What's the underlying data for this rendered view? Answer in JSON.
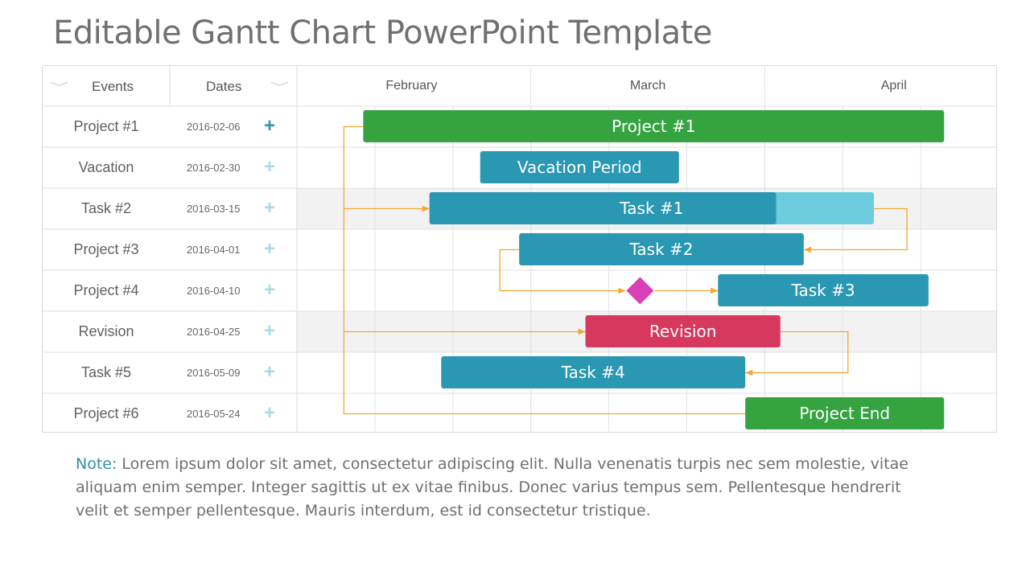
{
  "title": "Editable Gantt Chart PowerPoint Template",
  "table": {
    "events_header": "Events",
    "dates_header": "Dates",
    "rows": [
      {
        "event": "Project #1",
        "date": "2016-02-06",
        "active": true
      },
      {
        "event": "Vacation",
        "date": "2016-02-30",
        "active": false
      },
      {
        "event": "Task #2",
        "date": "2016-03-15",
        "active": false
      },
      {
        "event": "Project #3",
        "date": "2016-04-01",
        "active": false
      },
      {
        "event": "Project #4",
        "date": "2016-04-10",
        "active": false
      },
      {
        "event": "Revision",
        "date": "2016-04-25",
        "active": false
      },
      {
        "event": "Task #5",
        "date": "2016-05-09",
        "active": false
      },
      {
        "event": "Project #6",
        "date": "2016-05-24",
        "active": false
      }
    ]
  },
  "chart_data": {
    "type": "bar",
    "subtype": "gantt",
    "x_unit": "week",
    "months": [
      "February",
      "March",
      "April"
    ],
    "bars": [
      {
        "label": "Project #1",
        "row": 0,
        "start": 0.85,
        "end": 8.3,
        "color": "#34a340"
      },
      {
        "label": "Vacation Period",
        "row": 1,
        "start": 2.35,
        "end": 4.9,
        "color": "#2a98b3"
      },
      {
        "label": "Task #1",
        "row": 2,
        "start": 1.7,
        "end": 7.4,
        "progress": 0.78,
        "color": "#2a98b3",
        "remaining_color": "#6ccbdd"
      },
      {
        "label": "Task #2",
        "row": 3,
        "start": 2.85,
        "end": 6.5,
        "color": "#2a98b3"
      },
      {
        "label": "Task #3",
        "row": 4,
        "start": 5.4,
        "end": 8.1,
        "color": "#2a98b3"
      },
      {
        "label": "Revision",
        "row": 5,
        "start": 3.7,
        "end": 6.2,
        "color": "#d7385e"
      },
      {
        "label": "Task #4",
        "row": 6,
        "start": 1.85,
        "end": 5.75,
        "color": "#2a98b3"
      },
      {
        "label": "Project End",
        "row": 7,
        "start": 5.75,
        "end": 8.3,
        "color": "#34a340"
      }
    ],
    "milestones": [
      {
        "row": 4,
        "at": 4.4,
        "color": "#d940b8"
      }
    ],
    "highlight_rows": [
      2,
      5
    ],
    "colors": {
      "connector": "#f4a72e",
      "plus_active": "#2a98b3",
      "plus_inactive": "#a8dbe6",
      "grid": "#e3e3e3",
      "highlight": "#f2f2f2"
    }
  },
  "note": {
    "label": "Note:",
    "text": " Lorem ipsum dolor sit amet, consectetur adipiscing elit. Nulla venenatis turpis nec sem molestie, vitae aliquam enim semper. Integer sagittis ut ex vitae finibus. Donec varius tempus sem. Pellentesque hendrerit velit et semper pellentesque. Mauris interdum, est id consectetur tristique."
  }
}
